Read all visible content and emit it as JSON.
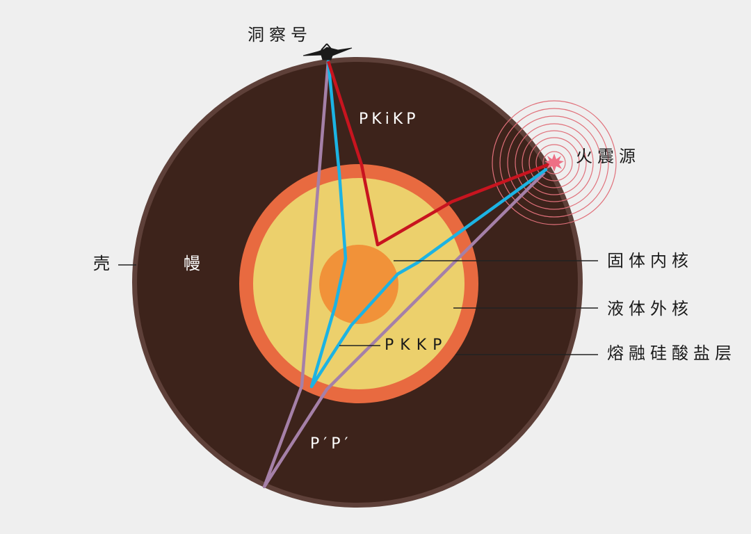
{
  "labels": {
    "observer": "洞察号",
    "source": "火震源",
    "crust": "壳",
    "mantle": "幔",
    "inner_core": "固体内核",
    "outer_core": "液体外核",
    "silicate_layer": "熔融硅酸盐层",
    "ray_pkikp": "PKiKP",
    "ray_pkkp": "PKKP",
    "ray_pp": "P′P′"
  },
  "colors": {
    "background": "#efefef",
    "crust": "#5e4039",
    "mantle": "#3d231b",
    "silicate_layer": "#e86a40",
    "outer_core": "#ecd06c",
    "inner_core": "#f19239",
    "ray_pkikp": "#c8141f",
    "ray_pkkp": "#1cb3e3",
    "ray_pp": "#a580a8",
    "source_rings": "#e0707a",
    "source_burst": "#ee6f85"
  }
}
